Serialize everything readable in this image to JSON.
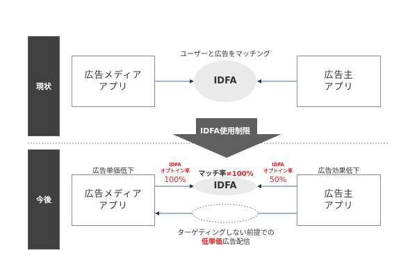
{
  "colors": {
    "sidebar": "#404040",
    "accent_red": "#e02020",
    "arrow_line": "#3f5f8f",
    "ellipse_fill": "#eaeaea",
    "big_arrow": "#5f5f5f",
    "divider": "#8fa7c8"
  },
  "current": {
    "sidebar_label": "現状",
    "matching_label": "ユーザーと広告をマッチング",
    "media_app": {
      "line1": "広告メディア",
      "line2": "アプリ"
    },
    "ellipse_label": "IDFA",
    "advertiser_app": {
      "line1": "広告主",
      "line2": "アプリ"
    }
  },
  "transition": {
    "arrow_label": "IDFA使用制限"
  },
  "future": {
    "sidebar_label": "今後",
    "media_caption": "広告単価低下",
    "advertiser_caption": "広告効果低下",
    "media_app": {
      "line1": "広告メディア",
      "line2": "アプリ"
    },
    "advertiser_app": {
      "line1": "広告主",
      "line2": "アプリ"
    },
    "media_optin": {
      "title": "IDFA",
      "subtitle": "オプトイン率",
      "value": "100%"
    },
    "advertiser_optin": {
      "title": "IDFA",
      "subtitle": "オプトイン率",
      "value": "50%"
    },
    "match_rate_label": "マッチ率",
    "match_rate_value": "≠100%",
    "ellipse_label": "IDFA",
    "footer_line1": "ターゲティングしない前提での",
    "footer_highlight": "低単価",
    "footer_rest": "広告配信"
  }
}
